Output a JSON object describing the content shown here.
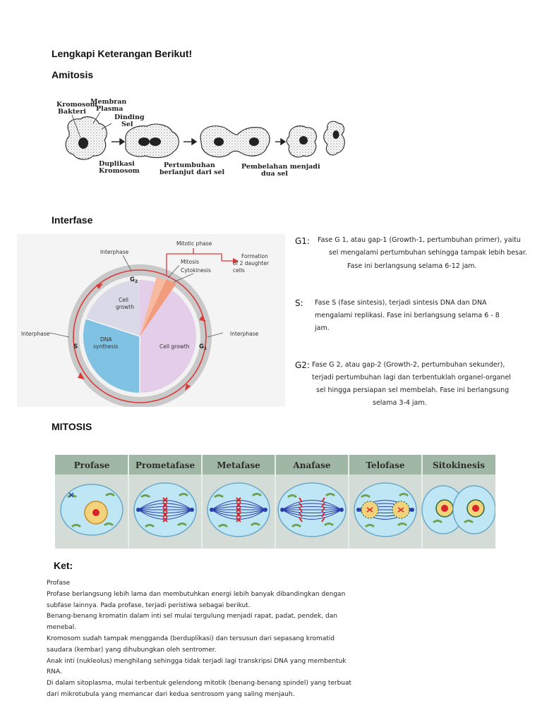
{
  "page": {
    "title": "Lengkapi Keterangan Berikut!"
  },
  "amitosis": {
    "heading": "Amitosis",
    "labels": {
      "kromosom_line1": "Kromosom",
      "kromosom_line2": "Bakteri",
      "membran_line1": "Membran",
      "membran_line2": "Plasma",
      "dinding_line1": "Dinding",
      "dinding_line2": "Sel",
      "duplikasi_line1": "Duplikasi",
      "duplikasi_line2": "Kromosom",
      "pertumbuhan_line1": "Pertumbuhan",
      "pertumbuhan_line2": "berlanjut dari sel",
      "pembelahan_line1": "Pembelahan menjadi",
      "pembelahan_line2": "dua sel"
    }
  },
  "interfase": {
    "heading": "Interfase",
    "diagram": {
      "mitotic_phase": "Mitotic phase",
      "mitosis": "Mitosis",
      "cytokinesis": "Cytokinesis",
      "formation_line1": "Formation",
      "formation_line2": "of 2 daughter",
      "formation_line3": "cells",
      "interphase_top": "Interphase",
      "interphase_left": "Interphase",
      "interphase_right": "Interphase",
      "g2": "G",
      "g2_sub": "2",
      "g1": "G",
      "g1_sub": "1",
      "s": "S",
      "cell_growth_top_line1": "Cell",
      "cell_growth_top_line2": "growth",
      "dna_line1": "DNA",
      "dna_line2": "synthesis",
      "cell_growth_right": "Cell growth"
    },
    "notes": {
      "g1_label": "G1:",
      "g1_line1": "Fase G 1, atau gap-1 (Growth-1, pertumbuhan primer), yaitu",
      "g1_line2": "sel mengalami pertumbuhan sehingga tampak lebih besar.",
      "g1_line3": "Fase ini berlangsung selama 6-12 jam.",
      "s_label": "S:",
      "s_line1": "Fase S (fase sintesis), terjadi sintesis DNA dan DNA",
      "s_line2": "mengalami replikasi. Fase ini berlangsung selama 6 - 8",
      "s_line3": "jam.",
      "g2_label": "G2:",
      "g2_line1": "Fase G 2, atau gap-2 (Growth-2, pertumbuhan sekunder),",
      "g2_line2": "terjadi pertumbuhan lagi dan terbentuklah organel-organel",
      "g2_line3": "sel hingga persiapan sel membelah. Fase ini berlangsung",
      "g2_line4": "selama 3-4 jam."
    }
  },
  "mitosis": {
    "heading": "MITOSIS",
    "phases": [
      "Profase",
      "Prometafase",
      "Metafase",
      "Anafase",
      "Telofase",
      "Sitokinesis"
    ],
    "colors": {
      "header_band": "#9fb7a4",
      "panel_bg": "#d4dcd8",
      "cell_fill": "#bfe6f4",
      "spindle": "#2b3fa8",
      "chromosome": "#d6262b",
      "organelle": "#6fa24a"
    }
  },
  "ket": {
    "heading": "Ket:",
    "lines": [
      "Profase",
      "Profase berlangsung lebih lama dan membutuhkan energi lebih banyak dibandingkan dengan",
      "subfase lainnya. Pada profase, terjadi peristiwa sebagai berikut.",
      "Benang-benang kromatin dalam inti sel mulai tergulung menjadi rapat, padat, pendek, dan",
      "menebal.",
      "Kromosom sudah tampak mengganda (berduplikasi) dan tersusun dari sepasang kromatid",
      "saudara (kembar) yang dihubungkan oleh sentromer.",
      "Anak inti (nukleolus) menghilang sehingga tidak terjadi lagi transkripsi DNA yang membentuk",
      "RNA.",
      "Di dalam sitoplasma, mulai terbentuk gelendong mitotik (benang-benang spindel) yang terbuat",
      "dari mikrotubula yang memancar dari kedua sentrosom yang saling menjauh."
    ]
  }
}
